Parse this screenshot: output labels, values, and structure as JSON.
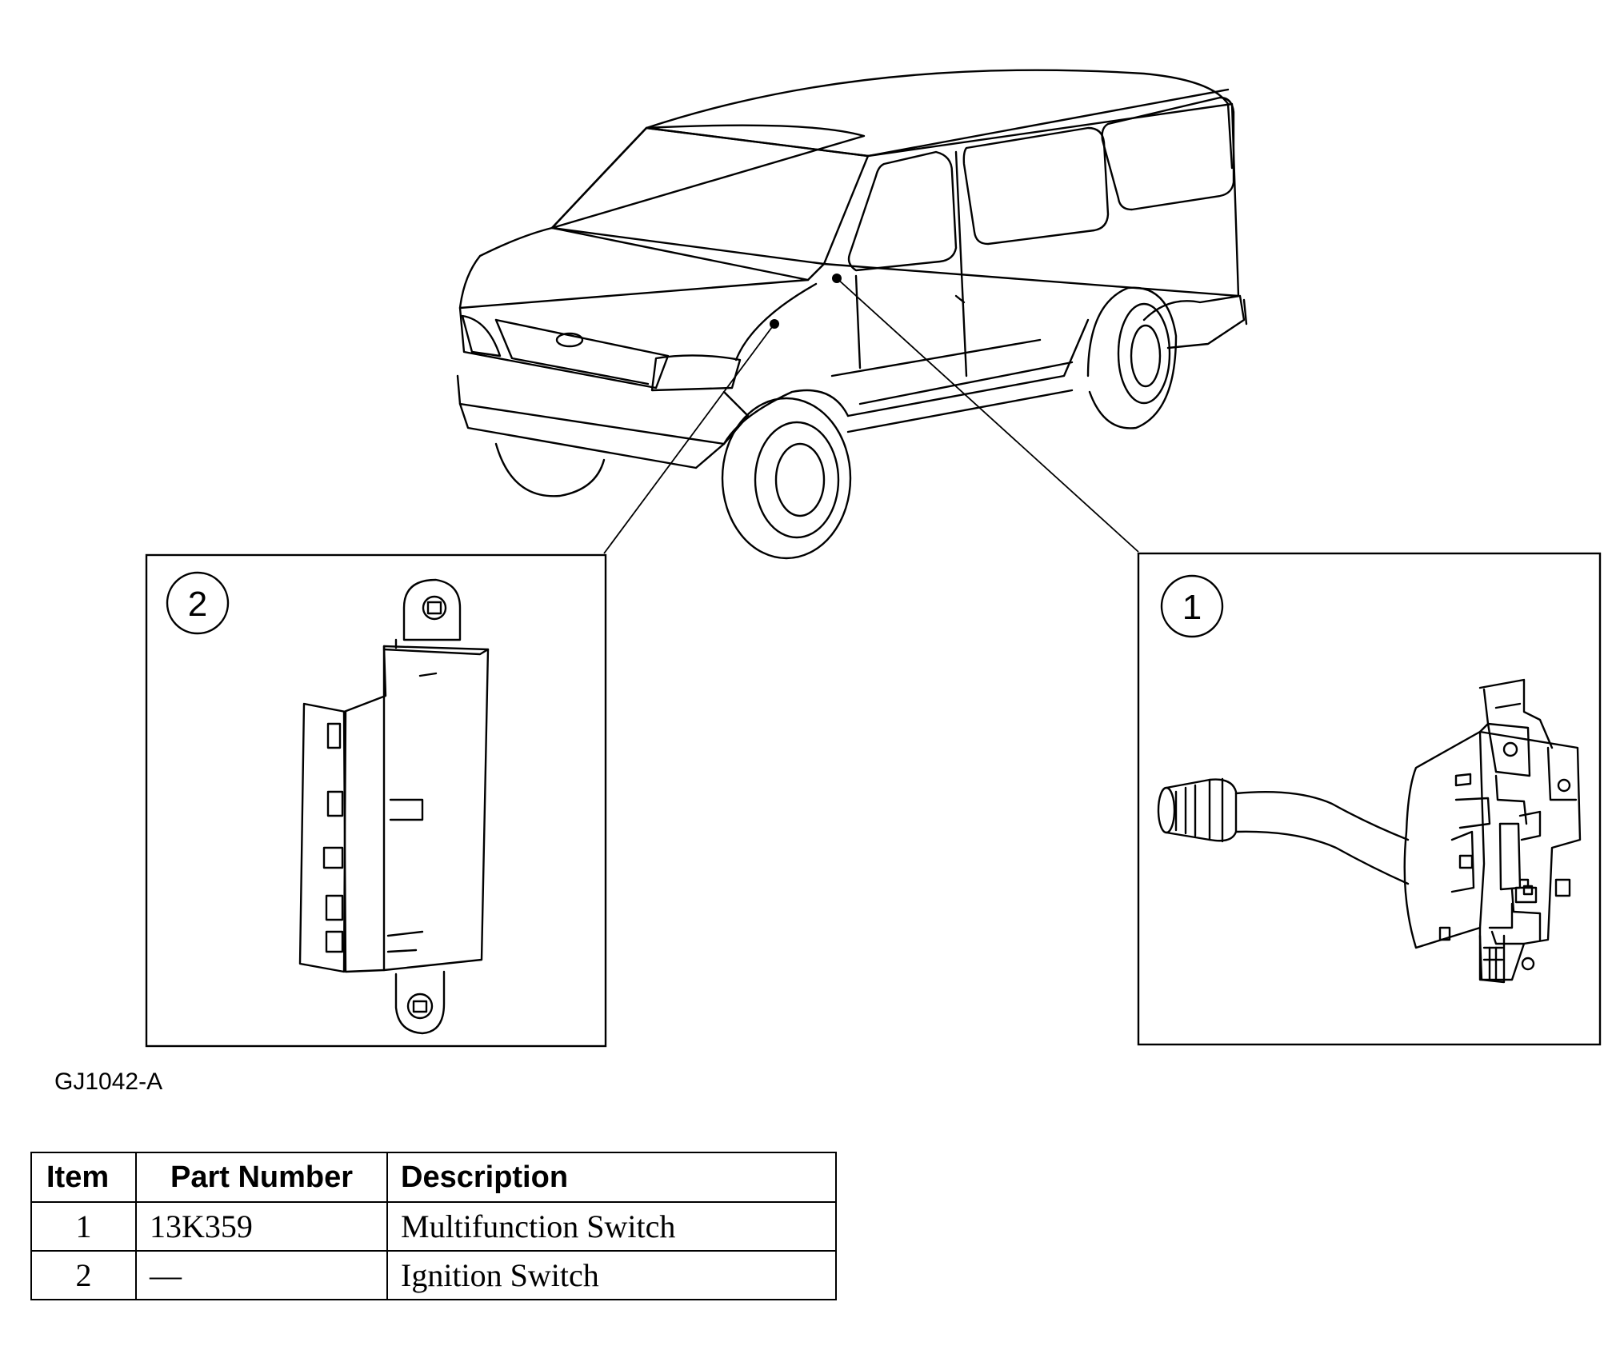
{
  "figure": {
    "id": "GJ1042-A",
    "callouts": [
      {
        "number": "2",
        "part": "ignition-switch"
      },
      {
        "number": "1",
        "part": "multifunction-switch"
      }
    ]
  },
  "table": {
    "headers": {
      "item": "Item",
      "part_number": "Part Number",
      "description": "Description"
    },
    "rows": [
      {
        "item": "1",
        "part_number": "13K359",
        "description": "Multifunction Switch"
      },
      {
        "item": "2",
        "part_number": "—",
        "description": "Ignition Switch"
      }
    ]
  }
}
